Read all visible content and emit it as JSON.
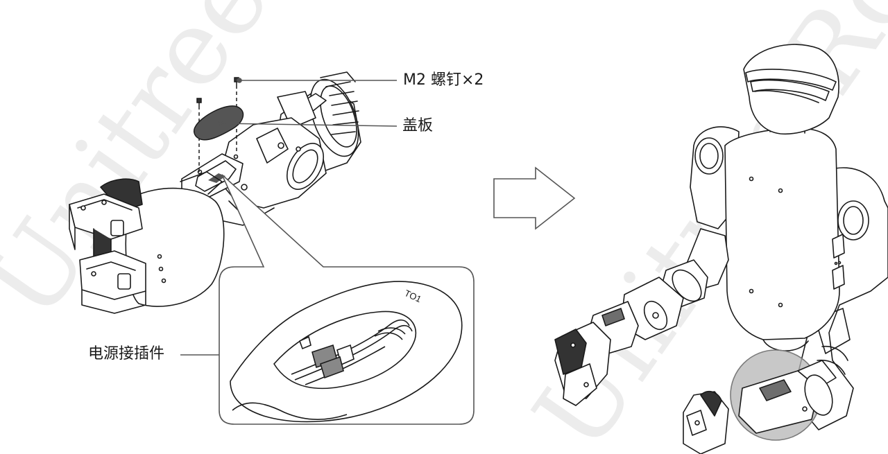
{
  "labels": {
    "screws": "M2 螺钉×2",
    "cover_plate": "盖板",
    "power_connector": "电源接插件"
  },
  "watermark": {
    "text": "Unitree Robotics",
    "color": "#eaeaea"
  },
  "colors": {
    "line": "#1a1a1a",
    "leader": "#555555",
    "cover_fill": "#555555",
    "highlight_fill": "#b5b5b5",
    "pad_fill": "#6e6e6e"
  },
  "icons": [
    "right-arrow-icon"
  ]
}
